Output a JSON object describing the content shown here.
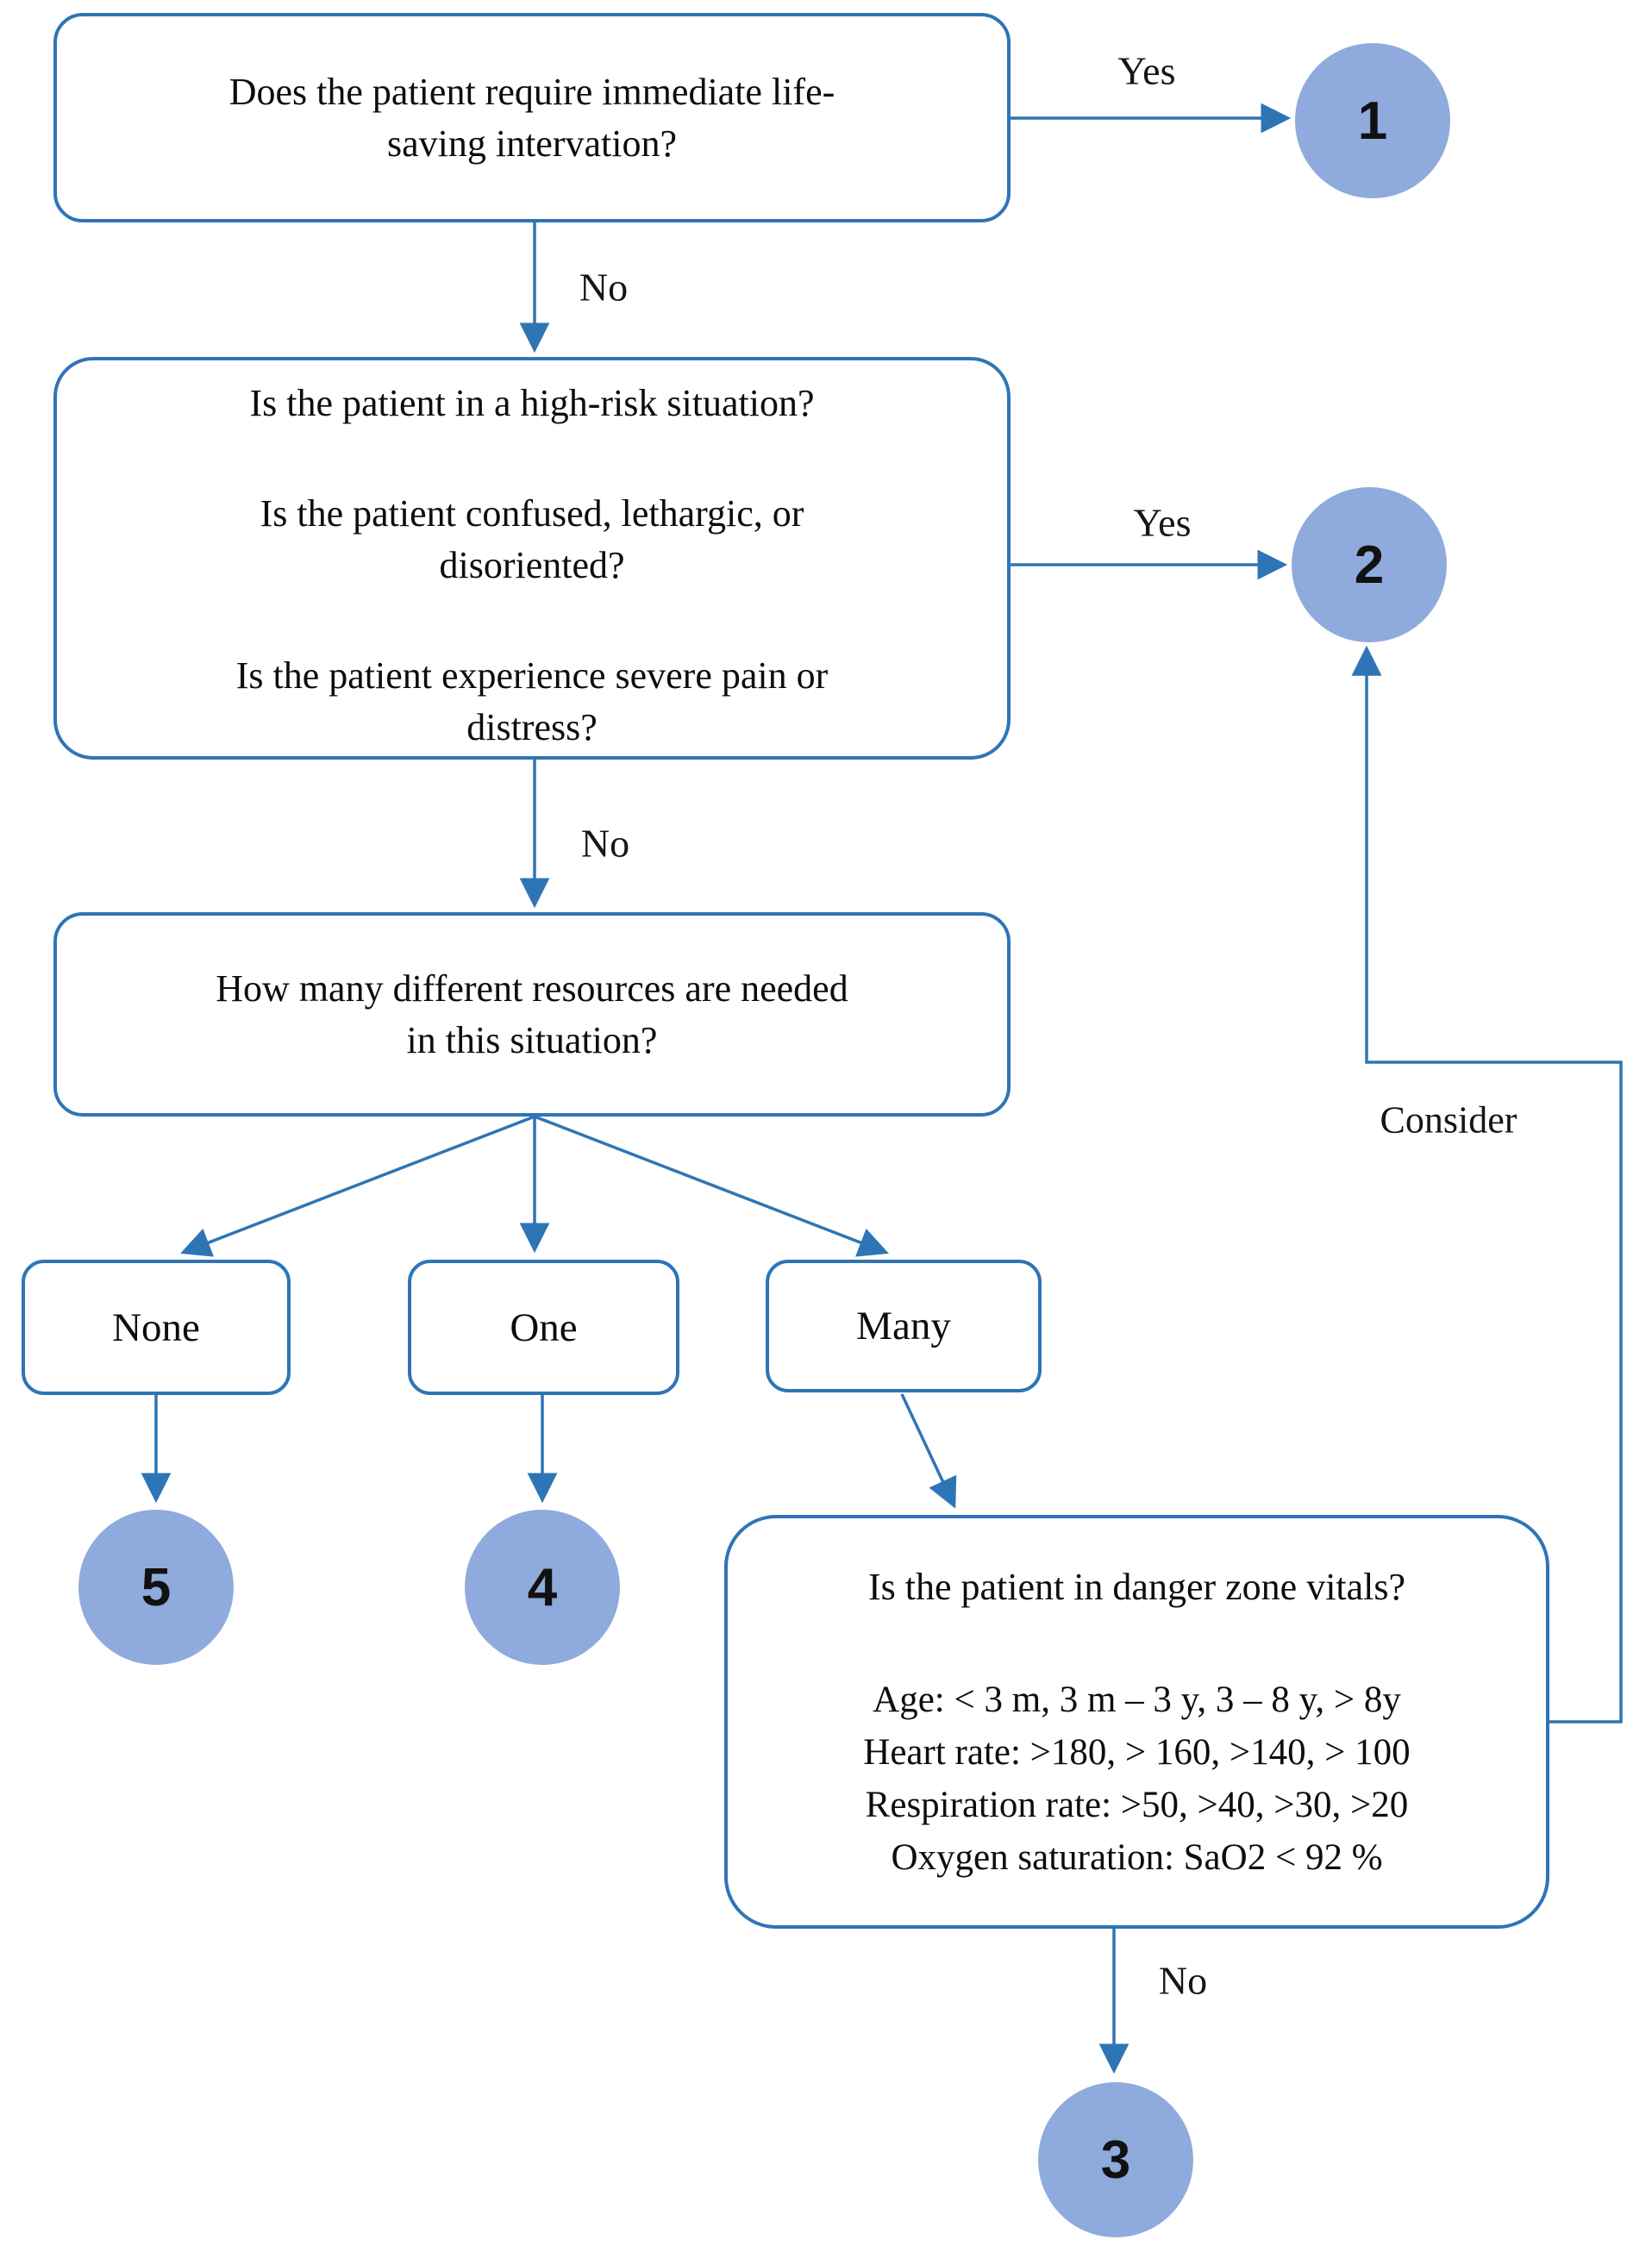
{
  "figure": {
    "type": "flowchart",
    "colors": {
      "accent": "#2E75B6",
      "terminal_fill": "#8FAADC",
      "text": "#0d0d0d"
    },
    "boxes": {
      "q1": {
        "lines": [
          "Does the patient require immediate life-",
          "saving intervation?"
        ]
      },
      "q2": {
        "q_risk": [
          "Is the patient in a high-risk situation?"
        ],
        "q_confused": [
          "Is the patient confused, lethargic, or",
          "disoriented?"
        ],
        "q_pain": [
          "Is the patient experience severe pain or",
          "distress?"
        ]
      },
      "q3": {
        "lines": [
          "How many different resources are needed",
          "in this situation?"
        ]
      },
      "branch_none": "None",
      "branch_one": "One",
      "branch_many": "Many",
      "vitals": {
        "title": "Is the patient in danger zone vitals?",
        "criteria": [
          "Age: < 3 m, 3 m – 3 y, 3 – 8 y, > 8y",
          "Heart rate: >180, > 160, >140, > 100",
          "Respiration rate: >50, >40, >30, >20",
          "Oxygen saturation: SaO2 < 92 %"
        ]
      }
    },
    "terminals": {
      "level1": "1",
      "level2": "2",
      "level3": "3",
      "level4": "4",
      "level5": "5"
    },
    "edge_labels": {
      "q1_yes": "Yes",
      "q1_no": "No",
      "q2_yes": "Yes",
      "q2_no": "No",
      "vitals_consider": "Consider",
      "vitals_no": "No"
    }
  }
}
